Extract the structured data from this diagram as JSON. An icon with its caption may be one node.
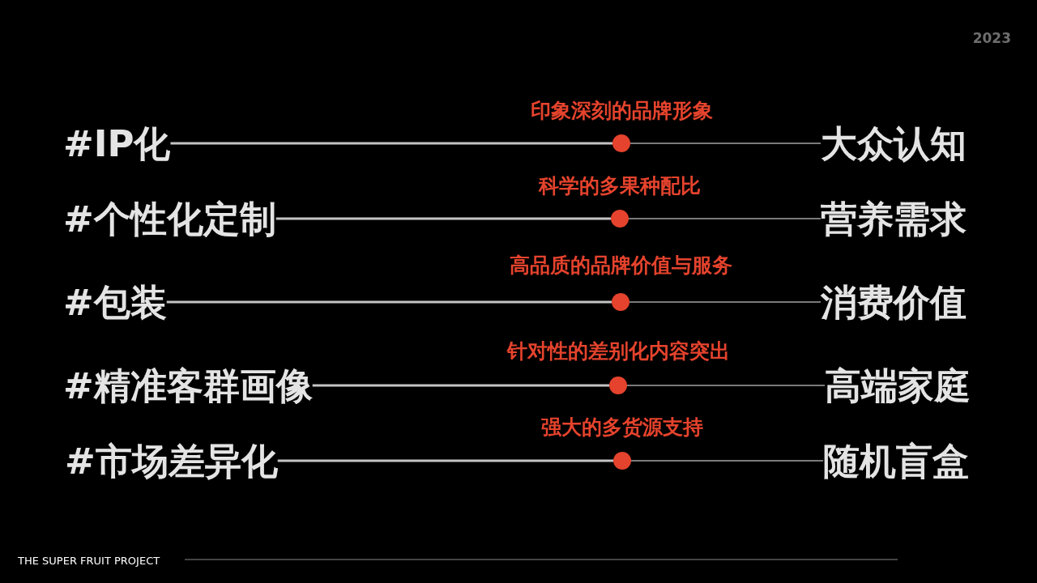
{
  "diagram": {
    "nodes": [
      {
        "text": [
          "#IP化"
        ]
      },
      {
        "text": [],
        "shape": "circle",
        "beside": [
          "印象深刻的品牌形象"
        ]
      },
      {
        "text": [
          "大众认知"
        ]
      },
      {
        "text": [
          "#个性化定制"
        ]
      },
      {
        "text": [],
        "shape": "circle",
        "beside": [
          "科学的多果种配比"
        ]
      },
      {
        "text": [
          "营养需求"
        ]
      },
      {
        "text": [
          "#包装"
        ]
      },
      {
        "text": [],
        "shape": "circle",
        "beside": [
          "高品质的品牌价值与服务"
        ]
      },
      {
        "text": [
          "消费价值"
        ]
      },
      {
        "text": [
          "#精准客群画像"
        ]
      },
      {
        "text": [],
        "shape": "circle",
        "beside": [
          "针对性的差别化内容突出"
        ]
      },
      {
        "text": [
          "高端家庭"
        ]
      },
      {
        "text": [
          "#市场差异化"
        ]
      },
      {
        "text": [],
        "shape": "circle",
        "beside": [
          "强大的多货源支持"
        ]
      },
      {
        "text": [
          "随机盲盒"
        ]
      }
    ],
    "edges": [
      {
        "from": 0,
        "to": 1,
        "arrow": "none"
      },
      {
        "from": 1,
        "to": 2,
        "arrow": "none",
        "color": "#7a7a7a"
      },
      {
        "from": 3,
        "to": 4,
        "arrow": "none"
      },
      {
        "from": 4,
        "to": 5,
        "arrow": "none",
        "color": "#7a7a7a"
      },
      {
        "from": 6,
        "to": 7,
        "arrow": "none"
      },
      {
        "from": 7,
        "to": 8,
        "arrow": "none",
        "color": "#7a7a7a"
      },
      {
        "from": 9,
        "to": 10,
        "arrow": "none"
      },
      {
        "from": 10,
        "to": 11,
        "arrow": "none",
        "color": "#7a7a7a"
      },
      {
        "from": 12,
        "to": 13,
        "arrow": "none"
      },
      {
        "from": 13,
        "to": 14,
        "arrow": "none",
        "color": "#7a7a7a"
      }
    ],
    "labels": [
      "2023",
      "THE SUPER FRUIT PROJECT"
    ]
  }
}
